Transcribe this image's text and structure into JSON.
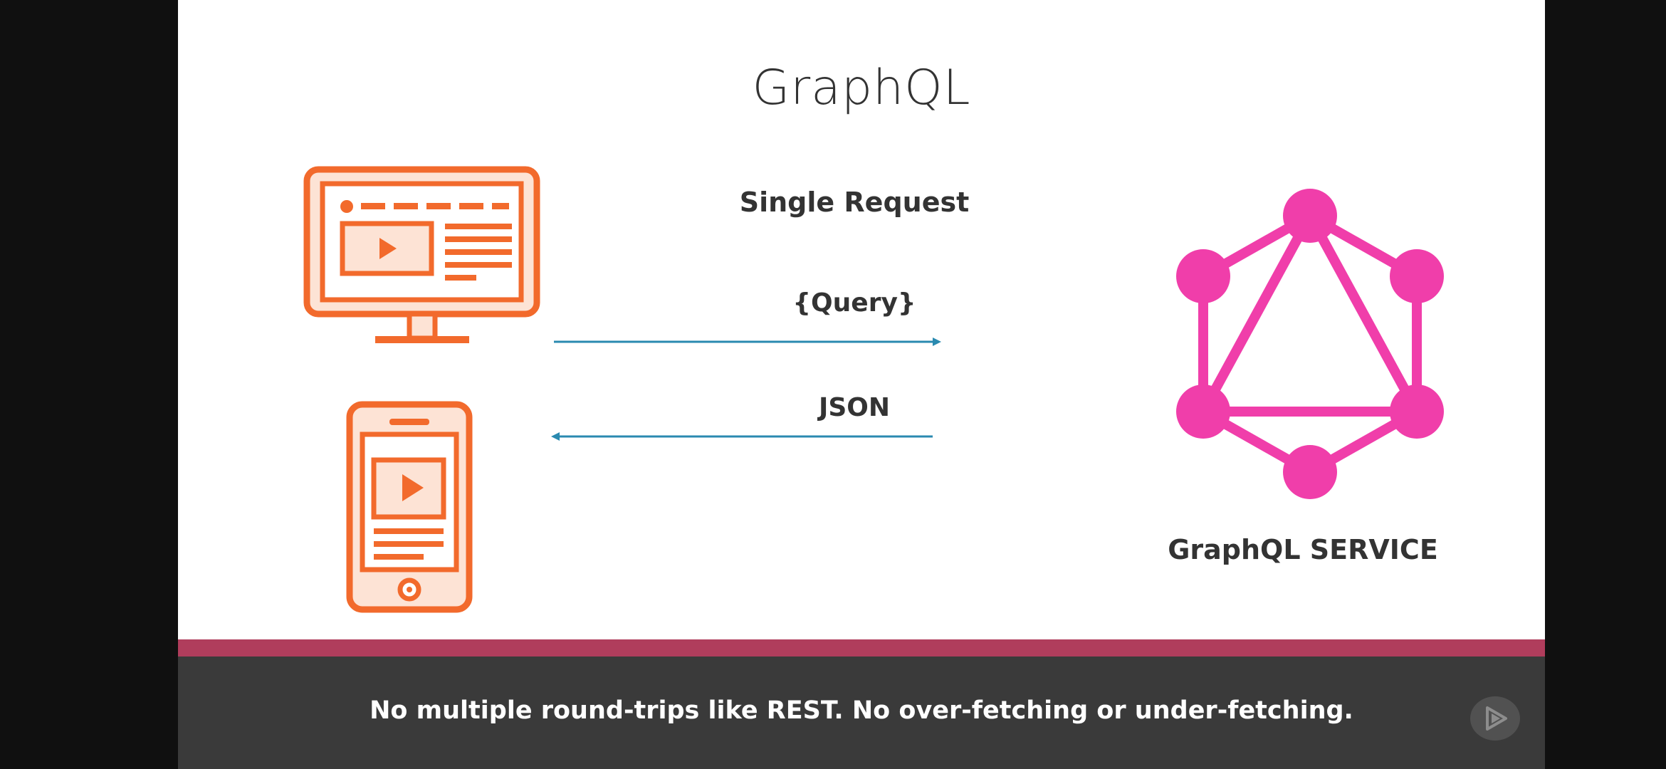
{
  "slide": {
    "title": "GraphQL",
    "single_request": "Single Request",
    "query_label": "{Query}",
    "json_label": "JSON",
    "service_label": "GraphQL SERVICE"
  },
  "caption": {
    "text": "No multiple round-trips like REST. No over-fetching or under-fetching."
  },
  "colors": {
    "client_icon": "#f26a2c",
    "graphql_logo": "#f03eaa",
    "arrow": "#2a8ab0",
    "accent_bar": "#b03d5c",
    "caption_band": "#3a3a3a"
  },
  "icons": {
    "desktop": "desktop-monitor-icon",
    "phone": "mobile-phone-icon",
    "graphql": "graphql-logo-icon",
    "player": "play-icon"
  }
}
